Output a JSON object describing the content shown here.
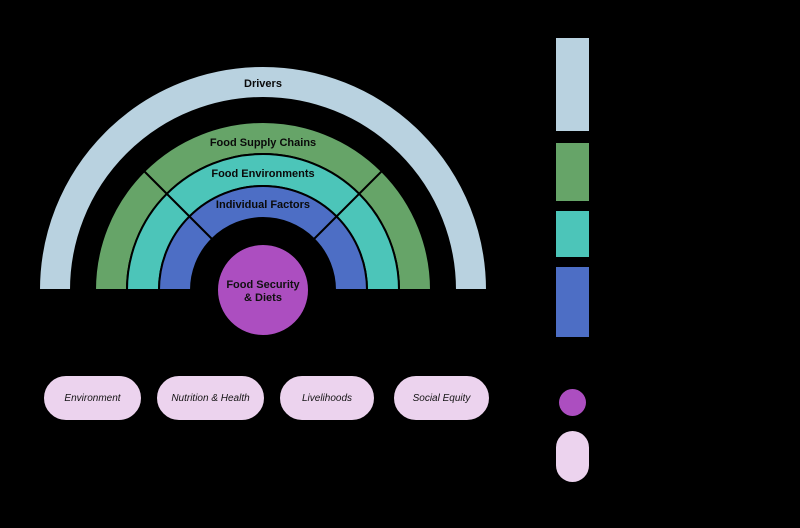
{
  "colors": {
    "background": "#000000",
    "drivers": "#b9d2e0",
    "supply": "#66a468",
    "environments": "#4cc5b9",
    "individual": "#4d6ec5",
    "security": "#ac4ec0",
    "outcome": "#ecd3ee",
    "outline": "#000000"
  },
  "arcs": {
    "drivers": {
      "label": "Drivers"
    },
    "supply": {
      "label": "Food Supply Chains"
    },
    "environments": {
      "label": "Food Environments"
    },
    "individual": {
      "label": "Individual Factors"
    }
  },
  "center": {
    "label_line1": "Food Security",
    "label_line2": "& Diets"
  },
  "outcomes": [
    {
      "label": "Environment"
    },
    {
      "label": "Nutrition & Health"
    },
    {
      "label": "Livelihoods"
    },
    {
      "label": "Social Equity"
    }
  ],
  "legend": {
    "swatches": [
      {
        "name": "drivers-swatch"
      },
      {
        "name": "food-supply-chains-swatch"
      },
      {
        "name": "food-environments-swatch"
      },
      {
        "name": "individual-factors-swatch"
      },
      {
        "name": "food-security-diets-swatch"
      },
      {
        "name": "outcomes-swatch"
      }
    ]
  }
}
